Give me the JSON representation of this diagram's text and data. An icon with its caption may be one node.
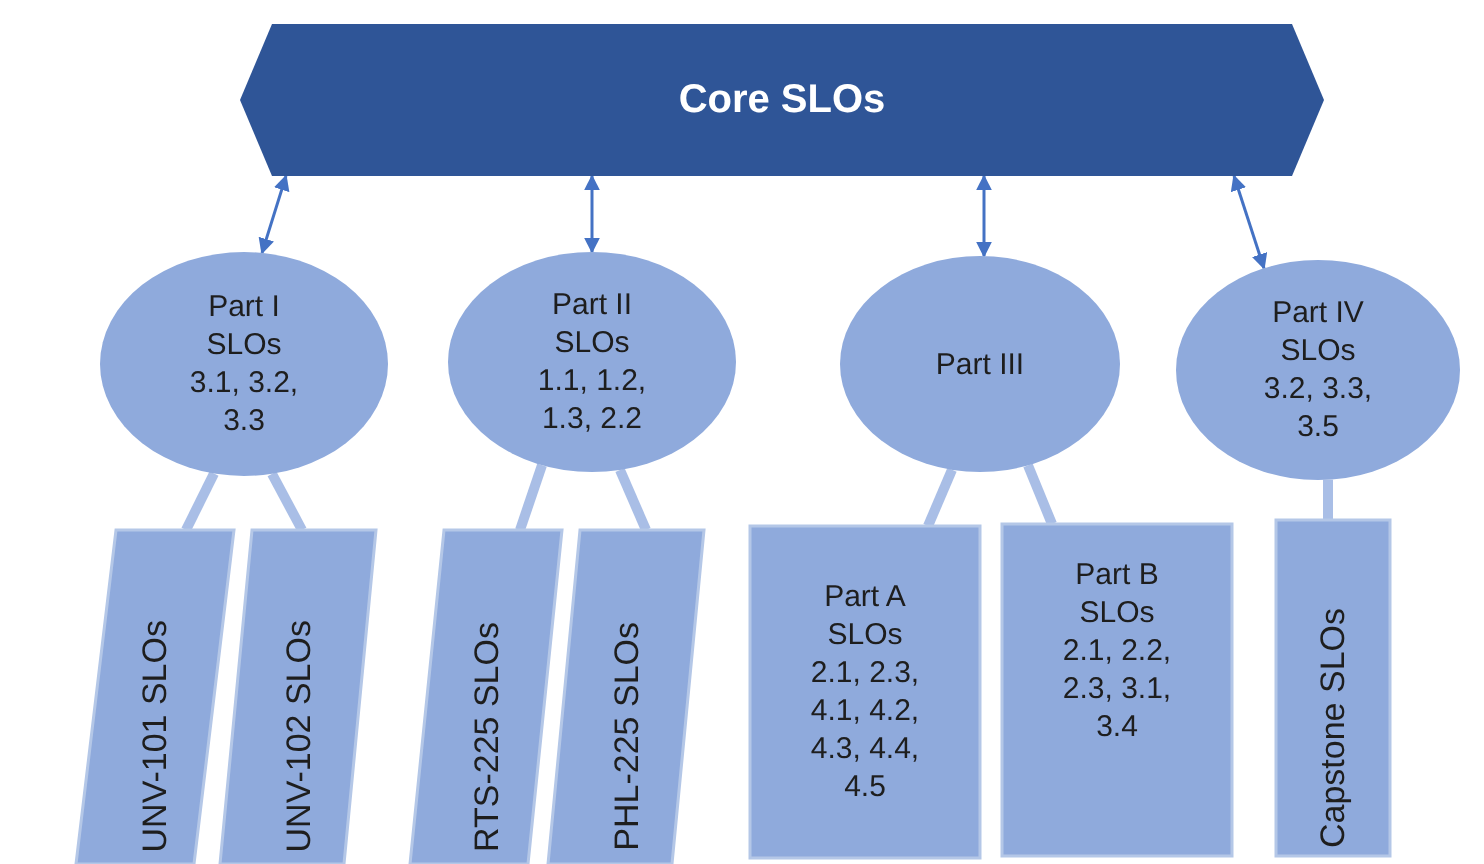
{
  "diagram": {
    "nodes": [
      {
        "text": [
          "Core SLOs"
        ]
      },
      {
        "text": [
          "Part I SLOs 3.1, 3.2, 3.3"
        ]
      },
      {
        "text": [
          "Part II SLOs 1.1, 1.2, 1.3, 2.2"
        ]
      },
      {
        "text": [
          "Part III"
        ]
      },
      {
        "text": [
          "Part IV SLOs 3.2, 3.3, 3.5"
        ]
      },
      {
        "text": [
          "UNV-101 SLOs"
        ]
      },
      {
        "text": [
          "UNV-102 SLOs"
        ]
      },
      {
        "text": [
          "RTS-225 SLOs"
        ]
      },
      {
        "text": [
          "PHL-225 SLOs"
        ]
      },
      {
        "text": [
          "Part A SLOs 2.1, 2.3, 4.1, 4.2, 4.3, 4.4, 4.5"
        ]
      },
      {
        "text": [
          "Part B SLOs 2.1, 2.2, 2.3, 3.1, 3.4"
        ]
      },
      {
        "text": [
          "Capstone SLOs"
        ]
      }
    ],
    "edges": [
      {
        "from": 0,
        "to": 1,
        "arrow": "both",
        "color": "#4472c4"
      },
      {
        "from": 0,
        "to": 2,
        "arrow": "both",
        "color": "#4472c4"
      },
      {
        "from": 0,
        "to": 3,
        "arrow": "both",
        "color": "#4472c4"
      },
      {
        "from": 0,
        "to": 4,
        "arrow": "both",
        "color": "#4472c4"
      },
      {
        "from": 1,
        "to": 5,
        "arrow": "none"
      },
      {
        "from": 1,
        "to": 6,
        "arrow": "none"
      },
      {
        "from": 2,
        "to": 7,
        "arrow": "none"
      },
      {
        "from": 2,
        "to": 8,
        "arrow": "none"
      },
      {
        "from": 3,
        "to": 9,
        "arrow": "none"
      },
      {
        "from": 3,
        "to": 10,
        "arrow": "none"
      },
      {
        "from": 4,
        "to": 11,
        "arrow": "none"
      }
    ]
  }
}
